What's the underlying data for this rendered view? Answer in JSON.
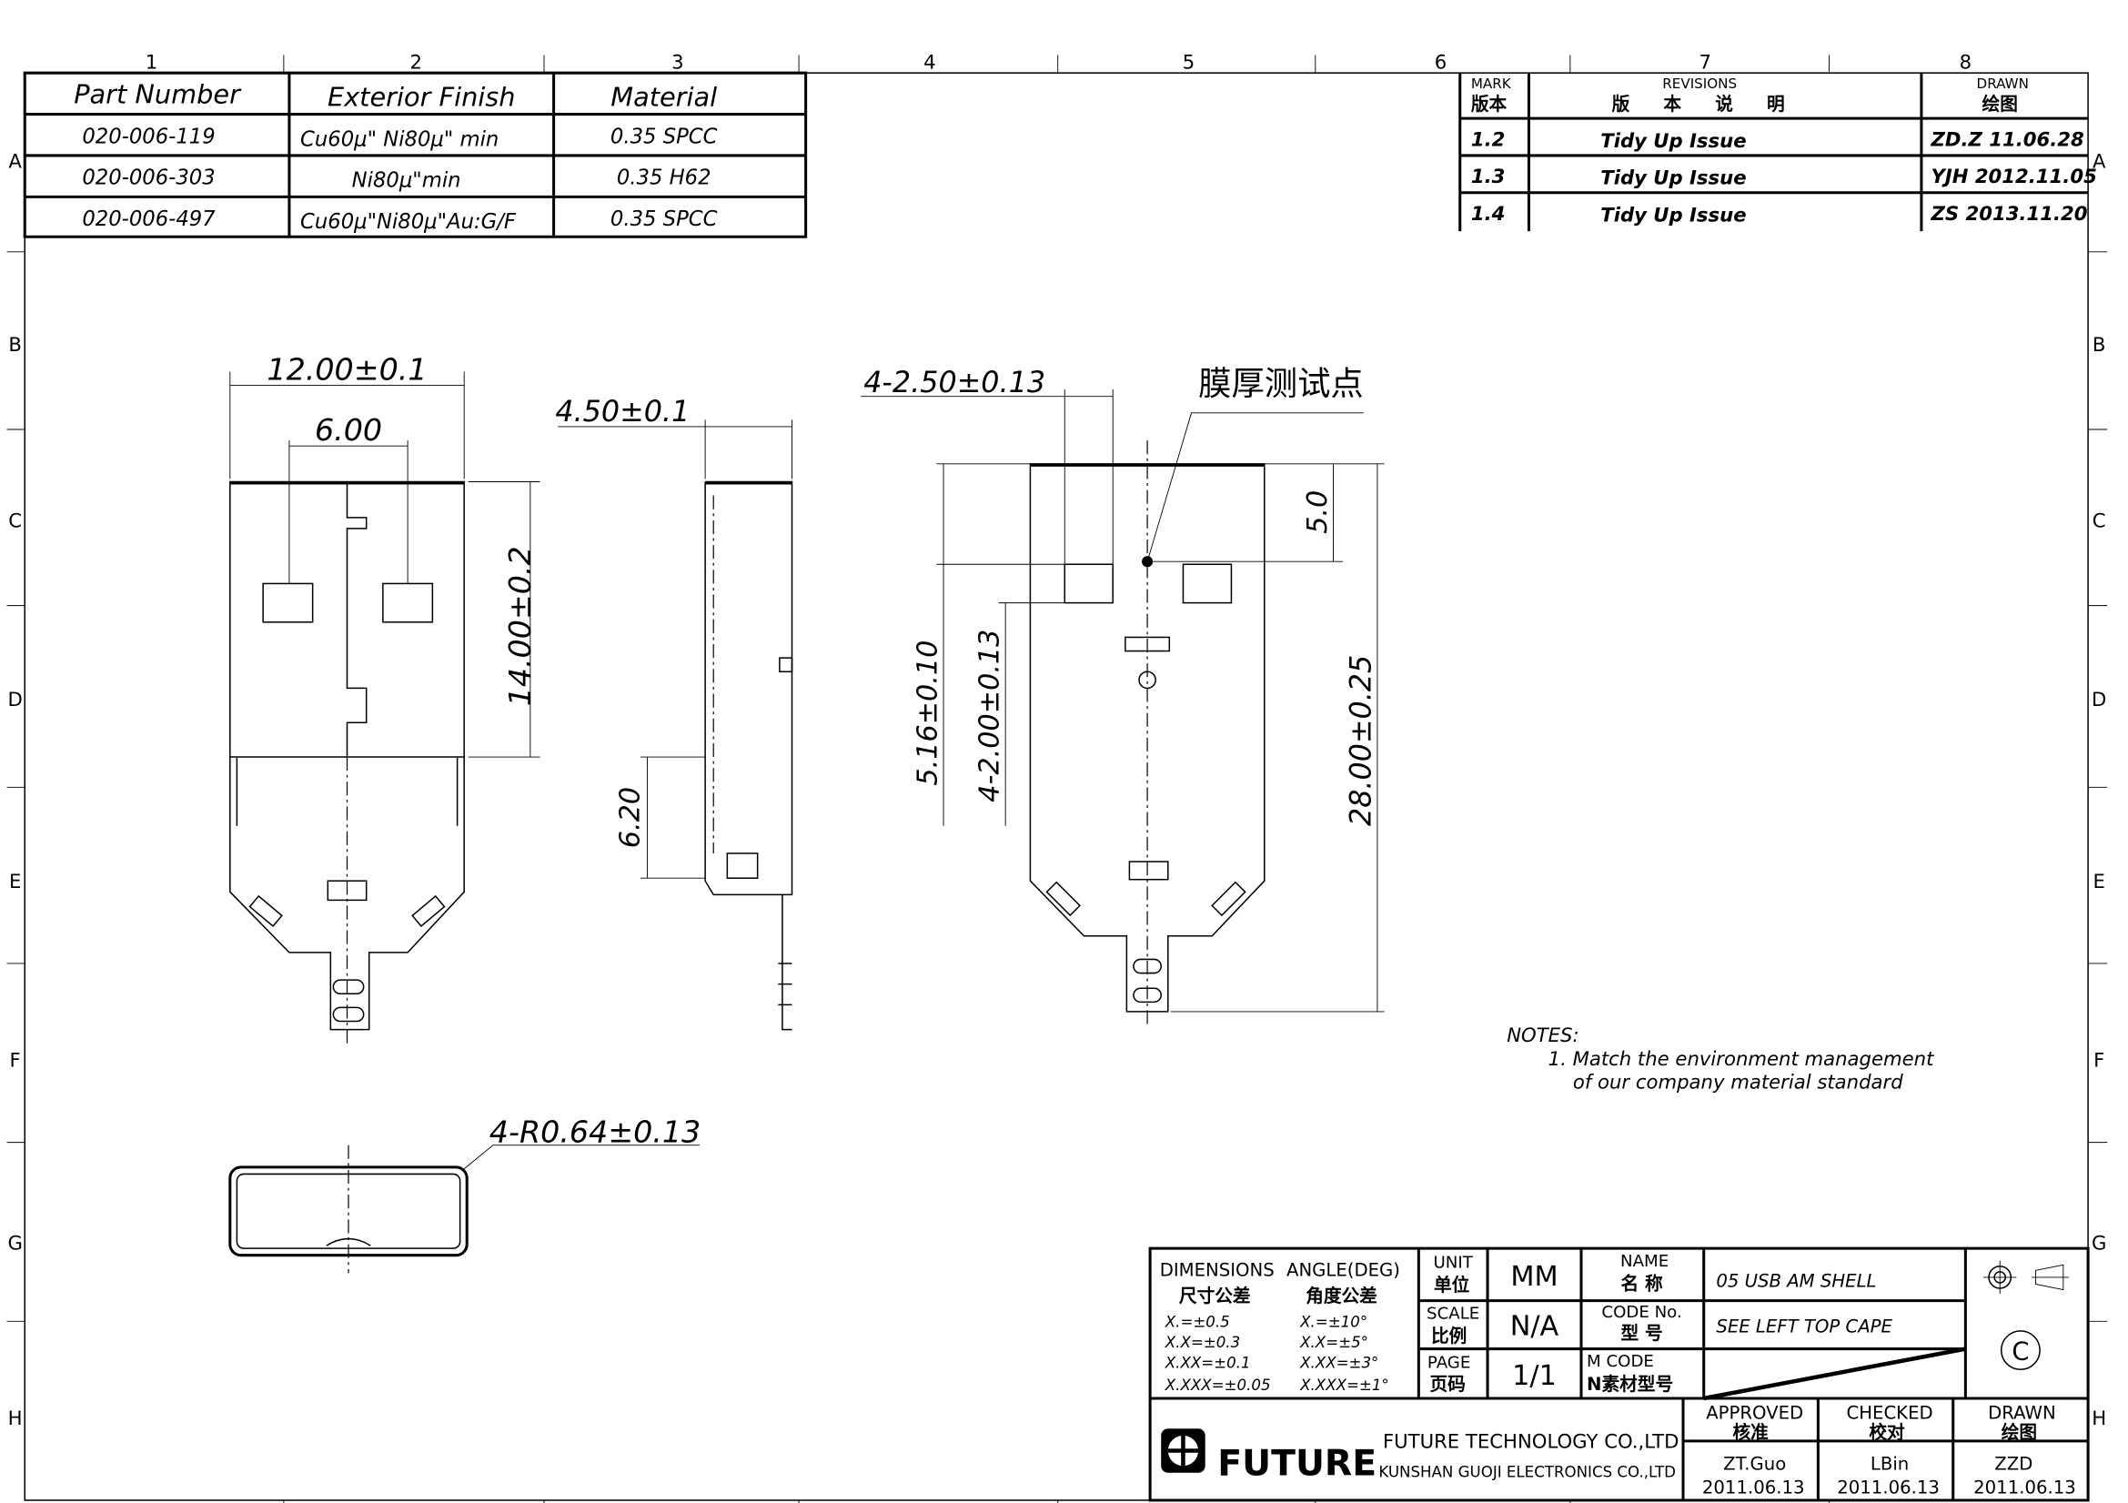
{
  "frame": {
    "columns": [
      "1",
      "2",
      "3",
      "4",
      "5",
      "6",
      "7",
      "8"
    ],
    "rows": [
      "A",
      "B",
      "C",
      "D",
      "E",
      "F",
      "G",
      "H"
    ]
  },
  "parts_table": {
    "headers": [
      "Part Number",
      "Exterior Finish",
      "Material"
    ],
    "rows": [
      [
        "020-006-119",
        "Cu60μ\" Ni80μ\" min",
        "0.35 SPCC"
      ],
      [
        "020-006-303",
        "Ni80μ\"min",
        "0.35 H62"
      ],
      [
        "020-006-497",
        "Cu60μ\"Ni80μ\"Au:G/F",
        "0.35 SPCC"
      ]
    ]
  },
  "revisions": {
    "mark_en": "MARK",
    "mark_cn": "版本",
    "rev_en": "REVISIONS",
    "rev_cn": "版 本 说 明",
    "drawn_en": "DRAWN",
    "drawn_cn": "绘图",
    "rows": [
      [
        "1.2",
        "Tidy Up Issue",
        "ZD.Z 11.06.28"
      ],
      [
        "1.3",
        "Tidy Up Issue",
        "YJH 2012.11.05"
      ],
      [
        "1.4",
        "Tidy Up Issue",
        "ZS 2013.11.20"
      ]
    ]
  },
  "dimensions": {
    "width": "12.00±0.1",
    "pad_spacing": "6.00",
    "length": "14.00±0.2",
    "height": "4.50±0.1",
    "side_620": "6.20",
    "slot_width": "4-2.50±0.13",
    "test_point": "膜厚测试点",
    "top_5": "5.0",
    "d516": "5.16±0.10",
    "d200": "4-2.00±0.13",
    "total": "28.00±0.25",
    "radius": "4-R0.64±0.13"
  },
  "notes": {
    "title": "NOTES:",
    "line1": "1. Match the environment management",
    "line2": "of our company material standard"
  },
  "title_block": {
    "dims_en": "DIMENSIONS",
    "angle_en": "ANGLE(DEG)",
    "dims_cn": "尺寸公差",
    "angle_cn": "角度公差",
    "tol_dims": [
      "X.=±0.5",
      "X.X=±0.3",
      "X.XX=±0.1",
      "X.XXX=±0.05"
    ],
    "tol_angle": [
      "X.=±10°",
      "X.X=±5°",
      "X.XX=±3°",
      "X.XXX=±1°"
    ],
    "unit_en": "UNIT",
    "unit_cn": "单位",
    "unit_val": "MM",
    "scale_en": "SCALE",
    "scale_cn": "比例",
    "scale_val": "N/A",
    "page_en": "PAGE",
    "page_cn": "页码",
    "page_val": "1/1",
    "name_en": "NAME",
    "name_cn": "名  称",
    "name_val": "05 USB AM SHELL",
    "code_en": "CODE No.",
    "code_cn": "型  号",
    "code_val": "SEE LEFT TOP CAPE",
    "mcode_en": "M CODE",
    "mcode_cn": "N素材型号",
    "logo": "FUTURE",
    "company1": "FUTURE TECHNOLOGY CO.,LTD",
    "company2": "KUNSHAN GUOJI ELECTRONICS CO.,LTD",
    "approved_en": "APPROVED",
    "approved_cn": "核准",
    "approved_name": "ZT.Guo",
    "approved_date": "2011.06.13",
    "checked_en": "CHECKED",
    "checked_cn": "校对",
    "checked_name": "LBin",
    "checked_date": "2011.06.13",
    "drawn_en": "DRAWN",
    "drawn_cn": "绘图",
    "drawn_name": "ZZD",
    "drawn_date": "2011.06.13",
    "copyright": "C"
  }
}
